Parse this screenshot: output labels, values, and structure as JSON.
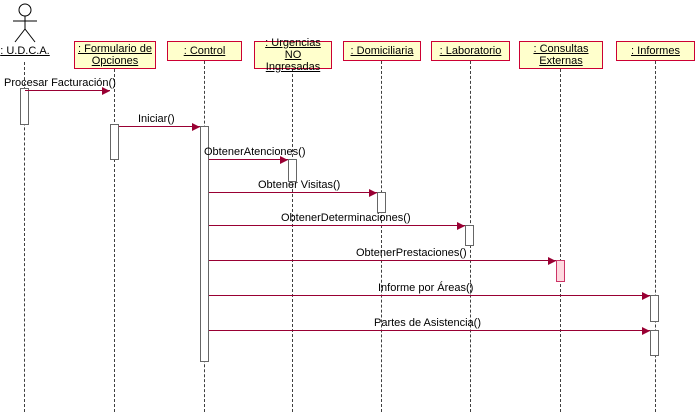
{
  "diagram": {
    "type": "uml-sequence-diagram",
    "actor": {
      "label": ": U.D.C.A."
    },
    "lifelines": [
      {
        "label": ": Formulario de Opciones"
      },
      {
        "label": ": Control"
      },
      {
        "label": ": Urgencias NO Ingresadas"
      },
      {
        "label": ": Domiciliaria"
      },
      {
        "label": ": Laboratorio"
      },
      {
        "label": ": Consultas Externas"
      },
      {
        "label": ": Informes"
      }
    ],
    "messages": [
      {
        "label": "Procesar Facturación()",
        "from": ": U.D.C.A.",
        "to": ": Formulario de Opciones"
      },
      {
        "label": "Iniciar()",
        "from": ": Formulario de Opciones",
        "to": ": Control"
      },
      {
        "label": "ObtenerAtenciones()",
        "from": ": Control",
        "to": ": Urgencias NO Ingresadas"
      },
      {
        "label": "Obtener Visitas()",
        "from": ": Control",
        "to": ": Domiciliaria"
      },
      {
        "label": "ObtenerDeterminaciones()",
        "from": ": Control",
        "to": ": Laboratorio"
      },
      {
        "label": "ObtenerPrestaciones()",
        "from": ": Control",
        "to": ": Consultas Externas"
      },
      {
        "label": "Informe por Áreas()",
        "from": ": Control",
        "to": ": Informes"
      },
      {
        "label": "Partes de Asistencia()",
        "from": ": Control",
        "to": ": Informes"
      }
    ],
    "colors": {
      "box_fill": "#FFFFCC",
      "box_border": "#CC0033",
      "arrow": "#990033",
      "lifeline": "#404040",
      "activation_border": "#666666",
      "background": "#FFFFFF"
    }
  }
}
